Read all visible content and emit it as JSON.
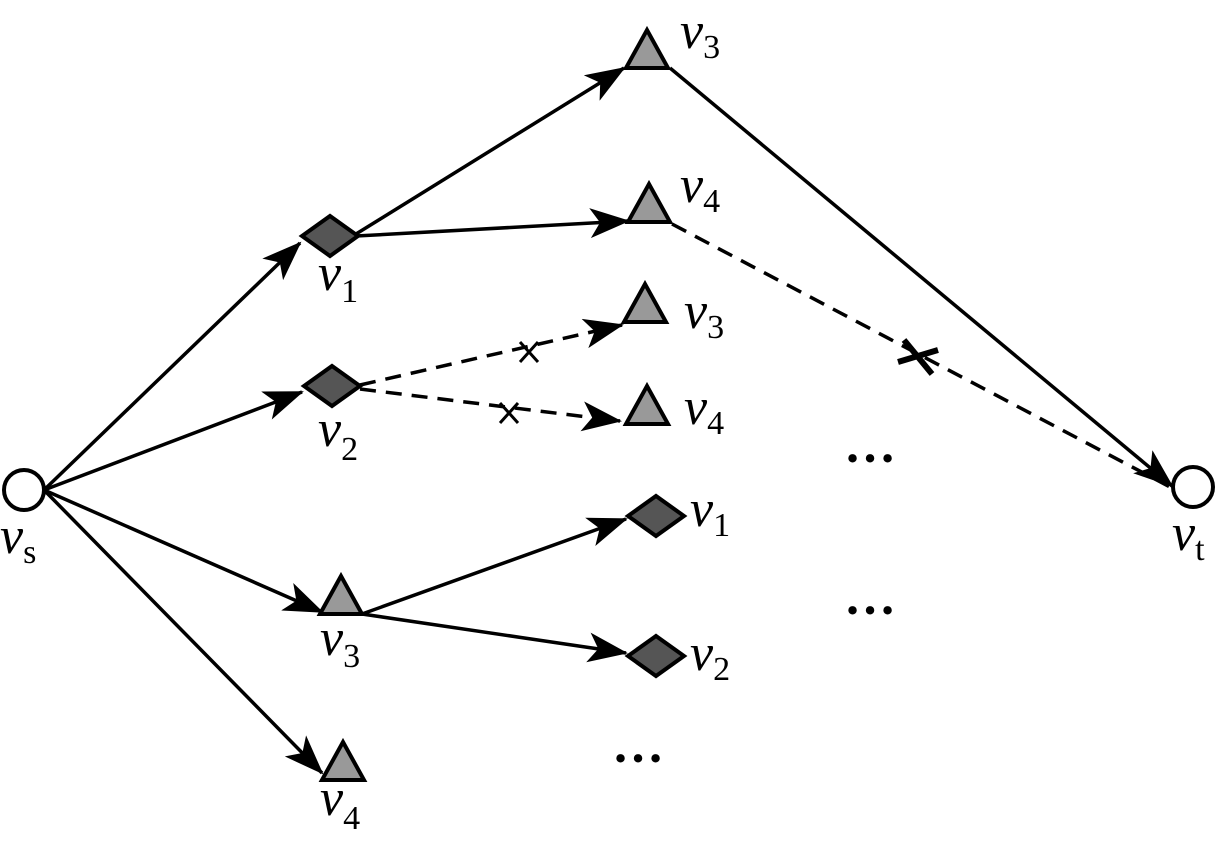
{
  "labels": {
    "vs": {
      "main": "v",
      "sub": "s"
    },
    "vt": {
      "main": "v",
      "sub": "t"
    },
    "v1_mid": {
      "main": "v",
      "sub": "1"
    },
    "v2_mid": {
      "main": "v",
      "sub": "2"
    },
    "v3_mid": {
      "main": "v",
      "sub": "3"
    },
    "v4_mid": {
      "main": "v",
      "sub": "4"
    },
    "v3_top": {
      "main": "v",
      "sub": "3"
    },
    "v4_top": {
      "main": "v",
      "sub": "4"
    },
    "v3_b": {
      "main": "v",
      "sub": "3"
    },
    "v4_b": {
      "main": "v",
      "sub": "4"
    },
    "v1_r": {
      "main": "v",
      "sub": "1"
    },
    "v2_r": {
      "main": "v",
      "sub": "2"
    }
  },
  "ellipsis": [
    "…",
    "…",
    "…"
  ],
  "node_shapes": {
    "source": "circle",
    "target": "circle",
    "diamond_fill": "#555555",
    "triangle_fill": "#999999"
  }
}
